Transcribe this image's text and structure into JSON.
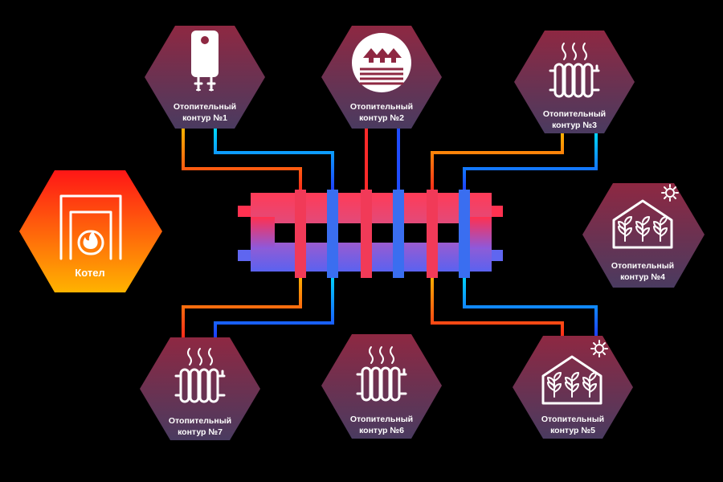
{
  "boiler": {
    "label": "Котел",
    "icon": "boiler-flame-icon"
  },
  "circuits": [
    {
      "id": 1,
      "line1": "Отопительный",
      "line2": "контур  №1",
      "icon": "water-heater-icon"
    },
    {
      "id": 2,
      "line1": "Отопительный",
      "line2": "контур  №2",
      "icon": "underfloor-heating-icon"
    },
    {
      "id": 3,
      "line1": "Отопительный",
      "line2": "контур  №3",
      "icon": "radiator-icon"
    },
    {
      "id": 4,
      "line1": "Отопительный",
      "line2": "контур  №4",
      "icon": "greenhouse-icon"
    },
    {
      "id": 5,
      "line1": "Отопительный",
      "line2": "контур  №5",
      "icon": "greenhouse-icon"
    },
    {
      "id": 6,
      "line1": "Отопительный",
      "line2": "контур  №6",
      "icon": "radiator-icon"
    },
    {
      "id": 7,
      "line1": "Отопительный",
      "line2": "контур  №7",
      "icon": "radiator-icon"
    }
  ],
  "colors": {
    "hex_top": "#8c2a45",
    "hex_bottom": "#4a3a5e",
    "boiler_top": "#ff1a1a",
    "boiler_bottom": "#ffb000",
    "hot": "#ff2020",
    "warm": "#ffb300",
    "cold": "#1f4fff",
    "cool": "#00d8ff",
    "manifold_supply": "#f0405a",
    "manifold_return": "#6a6cf0"
  }
}
